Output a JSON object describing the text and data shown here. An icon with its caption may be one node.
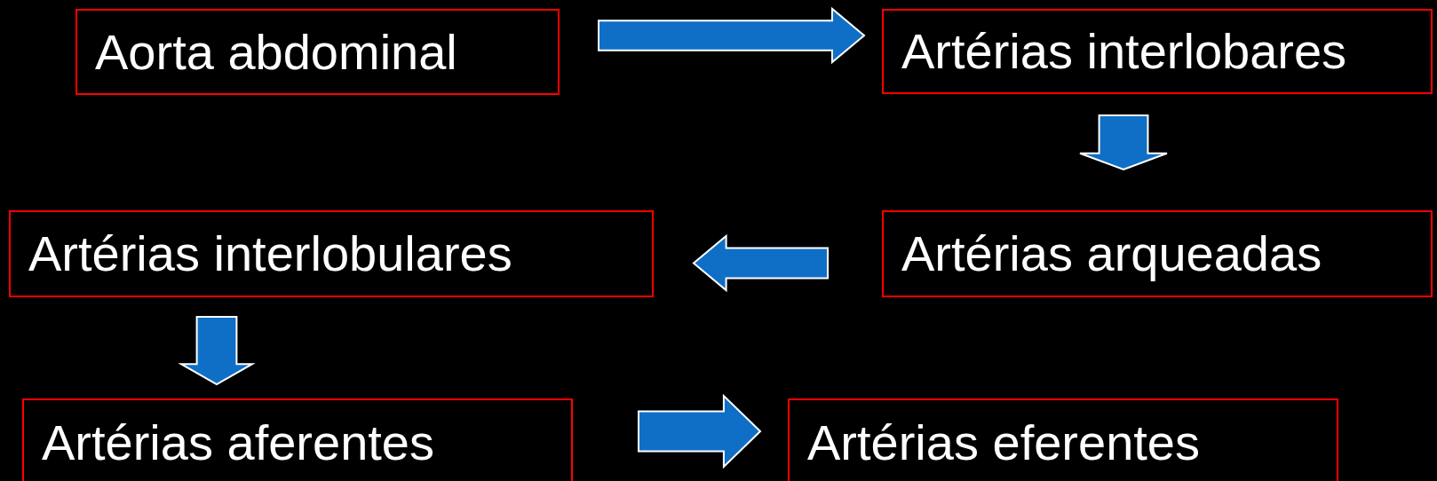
{
  "diagram": {
    "nodes": [
      {
        "text": [
          "Aorta abdominal"
        ]
      },
      {
        "text": [
          "Artérias interlobares"
        ]
      },
      {
        "text": [
          "Artérias arqueadas"
        ]
      },
      {
        "text": [
          "Artérias interlobulares"
        ]
      },
      {
        "text": [
          "Artérias aferentes"
        ]
      },
      {
        "text": [
          "Artérias eferentes"
        ]
      }
    ],
    "edges": [
      {
        "from": 0,
        "to": 1,
        "arrow": "to"
      },
      {
        "from": 1,
        "to": 2,
        "arrow": "to"
      },
      {
        "from": 2,
        "to": 3,
        "arrow": "to"
      },
      {
        "from": 3,
        "to": 4,
        "arrow": "to"
      },
      {
        "from": 4,
        "to": 5,
        "arrow": "to"
      }
    ]
  }
}
